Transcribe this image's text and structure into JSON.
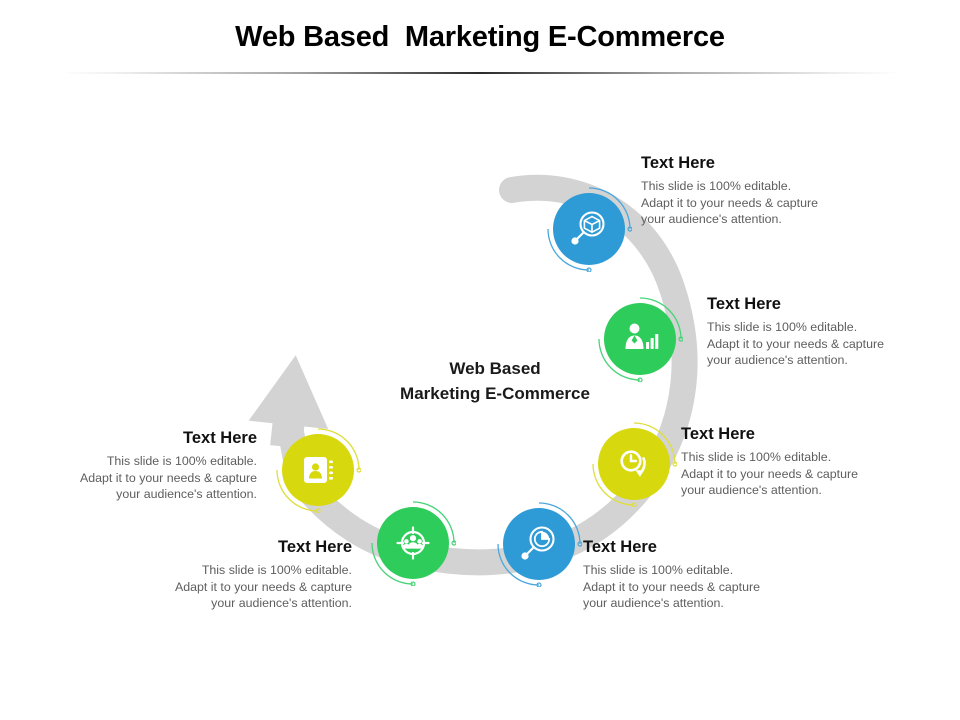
{
  "slide": {
    "title": "Web Based  Marketing E-Commerce",
    "center_label_lines": [
      "Web Based",
      "Marketing E-Commerce"
    ],
    "background_color": "#ffffff",
    "ribbon_color": "#d3d3d3",
    "title_color": "#000000",
    "body_text_color": "#5e5e5e",
    "heading_text_color": "#111111"
  },
  "colors": {
    "blue": "#2e9bd6",
    "green": "#2ecc5a",
    "yellow": "#d8d80f",
    "ribbon_gray": "#d3d3d3",
    "ring_blue": "#4aa8dd",
    "ring_green": "#46d477",
    "ring_yellow": "#dede3d"
  },
  "nodes": [
    {
      "id": "node-1",
      "color_key": "blue",
      "color": "#2e9bd6",
      "icon": "package-search-icon"
    },
    {
      "id": "node-2",
      "color_key": "green",
      "color": "#2ecc5a",
      "icon": "person-bar-chart-icon"
    },
    {
      "id": "node-3",
      "color_key": "yellow",
      "color": "#d8d80f",
      "icon": "clock-history-icon"
    },
    {
      "id": "node-4",
      "color_key": "blue",
      "color": "#2e9bd6",
      "icon": "pie-chart-search-icon"
    },
    {
      "id": "node-5",
      "color_key": "green",
      "color": "#2ecc5a",
      "icon": "target-audience-icon"
    },
    {
      "id": "node-6",
      "color_key": "yellow",
      "color": "#d8d80f",
      "icon": "address-book-icon"
    }
  ],
  "blocks": [
    {
      "id": "block-1",
      "align": "left",
      "heading": "Text Here",
      "lines": [
        "This slide is 100% editable.",
        "Adapt it to your needs & capture",
        "your audience's attention."
      ]
    },
    {
      "id": "block-2",
      "align": "left",
      "heading": "Text Here",
      "lines": [
        "This slide is 100% editable.",
        "Adapt it to your needs & capture",
        "your audience's attention."
      ]
    },
    {
      "id": "block-3",
      "align": "left",
      "heading": "Text Here",
      "lines": [
        "This slide is 100% editable.",
        "Adapt it to your needs & capture",
        "your audience's attention."
      ]
    },
    {
      "id": "block-4",
      "align": "left",
      "heading": "Text Here",
      "lines": [
        "This slide is 100% editable.",
        "Adapt it to your needs & capture",
        "your audience's attention."
      ]
    },
    {
      "id": "block-5",
      "align": "right",
      "heading": "Text Here",
      "lines": [
        "This slide is 100% editable.",
        "Adapt it to your needs & capture",
        "your audience's attention."
      ]
    },
    {
      "id": "block-6",
      "align": "right",
      "heading": "Text Here",
      "lines": [
        "This slide is 100% editable.",
        "Adapt it to your needs & capture",
        "your audience's attention."
      ]
    }
  ]
}
